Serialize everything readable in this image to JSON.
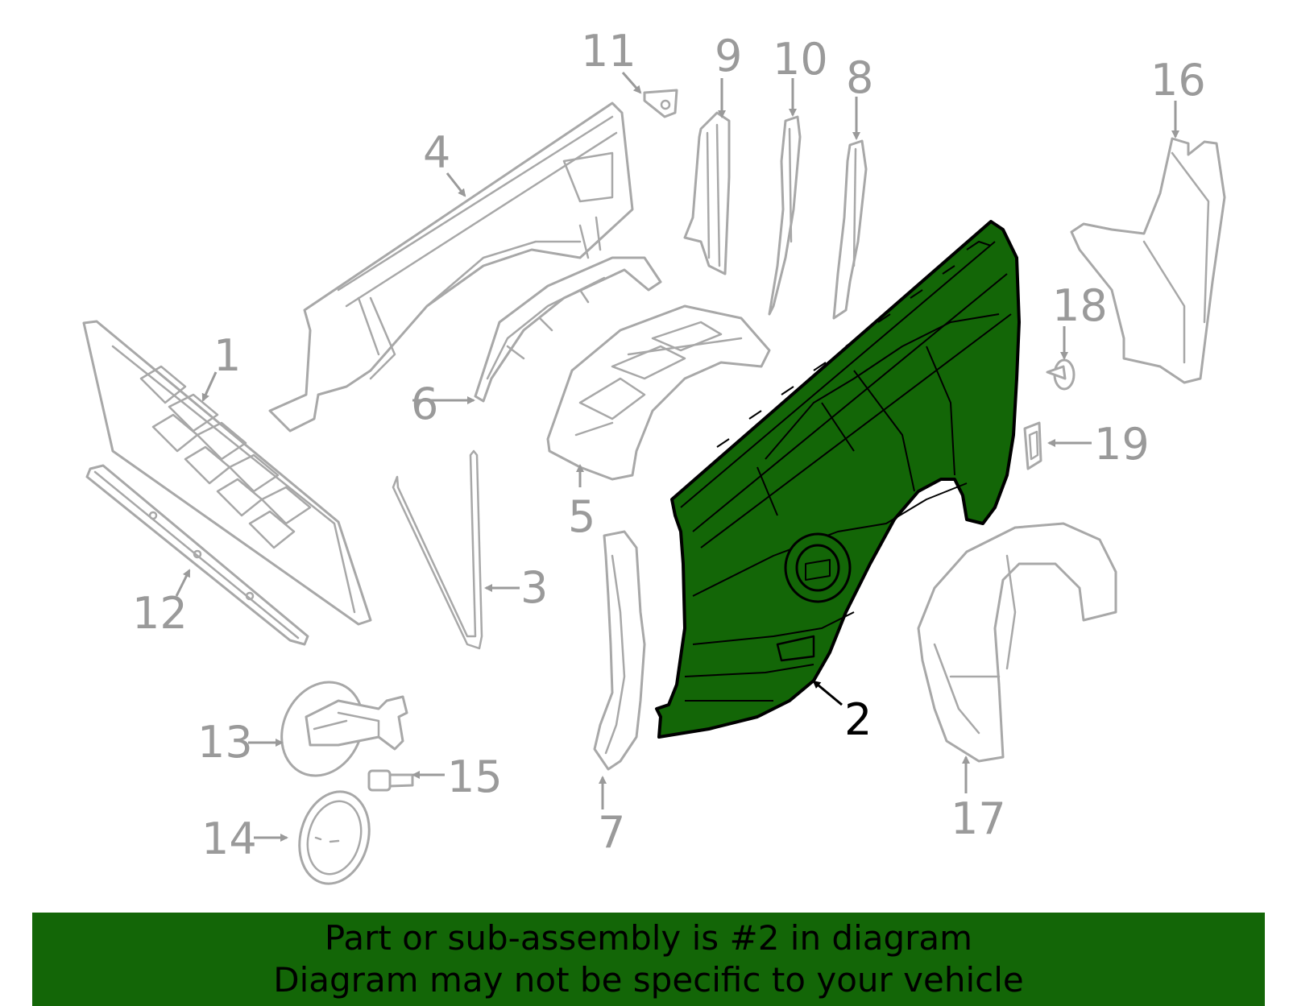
{
  "colors": {
    "highlight_fill": "#136607",
    "banner_background": "#136607",
    "part_outline": "#a8a8a8",
    "callout_text": "#9a9a9a",
    "active_callout": "#000000"
  },
  "highlighted_part": "2",
  "callouts": {
    "c1": "1",
    "c2": "2",
    "c3": "3",
    "c4": "4",
    "c5": "5",
    "c6": "6",
    "c7": "7",
    "c8": "8",
    "c9": "9",
    "c10": "10",
    "c11": "11",
    "c12": "12",
    "c13": "13",
    "c14": "14",
    "c15": "15",
    "c16": "16",
    "c17": "17",
    "c18": "18",
    "c19": "19"
  },
  "banner": {
    "line1": "Part or sub-assembly is #2 in diagram",
    "line2": "Diagram may not be specific to your vehicle"
  }
}
